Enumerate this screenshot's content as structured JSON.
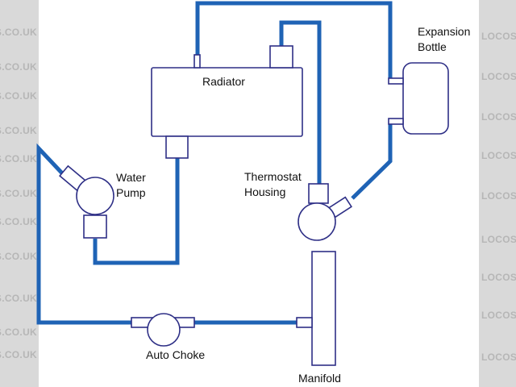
{
  "watermark": {
    "left_text": "DERS.CO.UK",
    "right_text": "LOCOST"
  },
  "labels": {
    "radiator": "Radiator",
    "expansion_bottle_line1": "Expansion",
    "expansion_bottle_line2": "Bottle",
    "water_pump_line1": "Water",
    "water_pump_line2": "Pump",
    "thermostat_line1": "Thermostat",
    "thermostat_line2": "Housing",
    "auto_choke": "Auto Choke",
    "manifold": "Manifold"
  },
  "colors": {
    "hose": "#1f63b5",
    "outline": "#2e2f86",
    "text": "#111111",
    "watermark_bg": "#d9d9d9",
    "watermark_text": "#b6b6b6"
  }
}
